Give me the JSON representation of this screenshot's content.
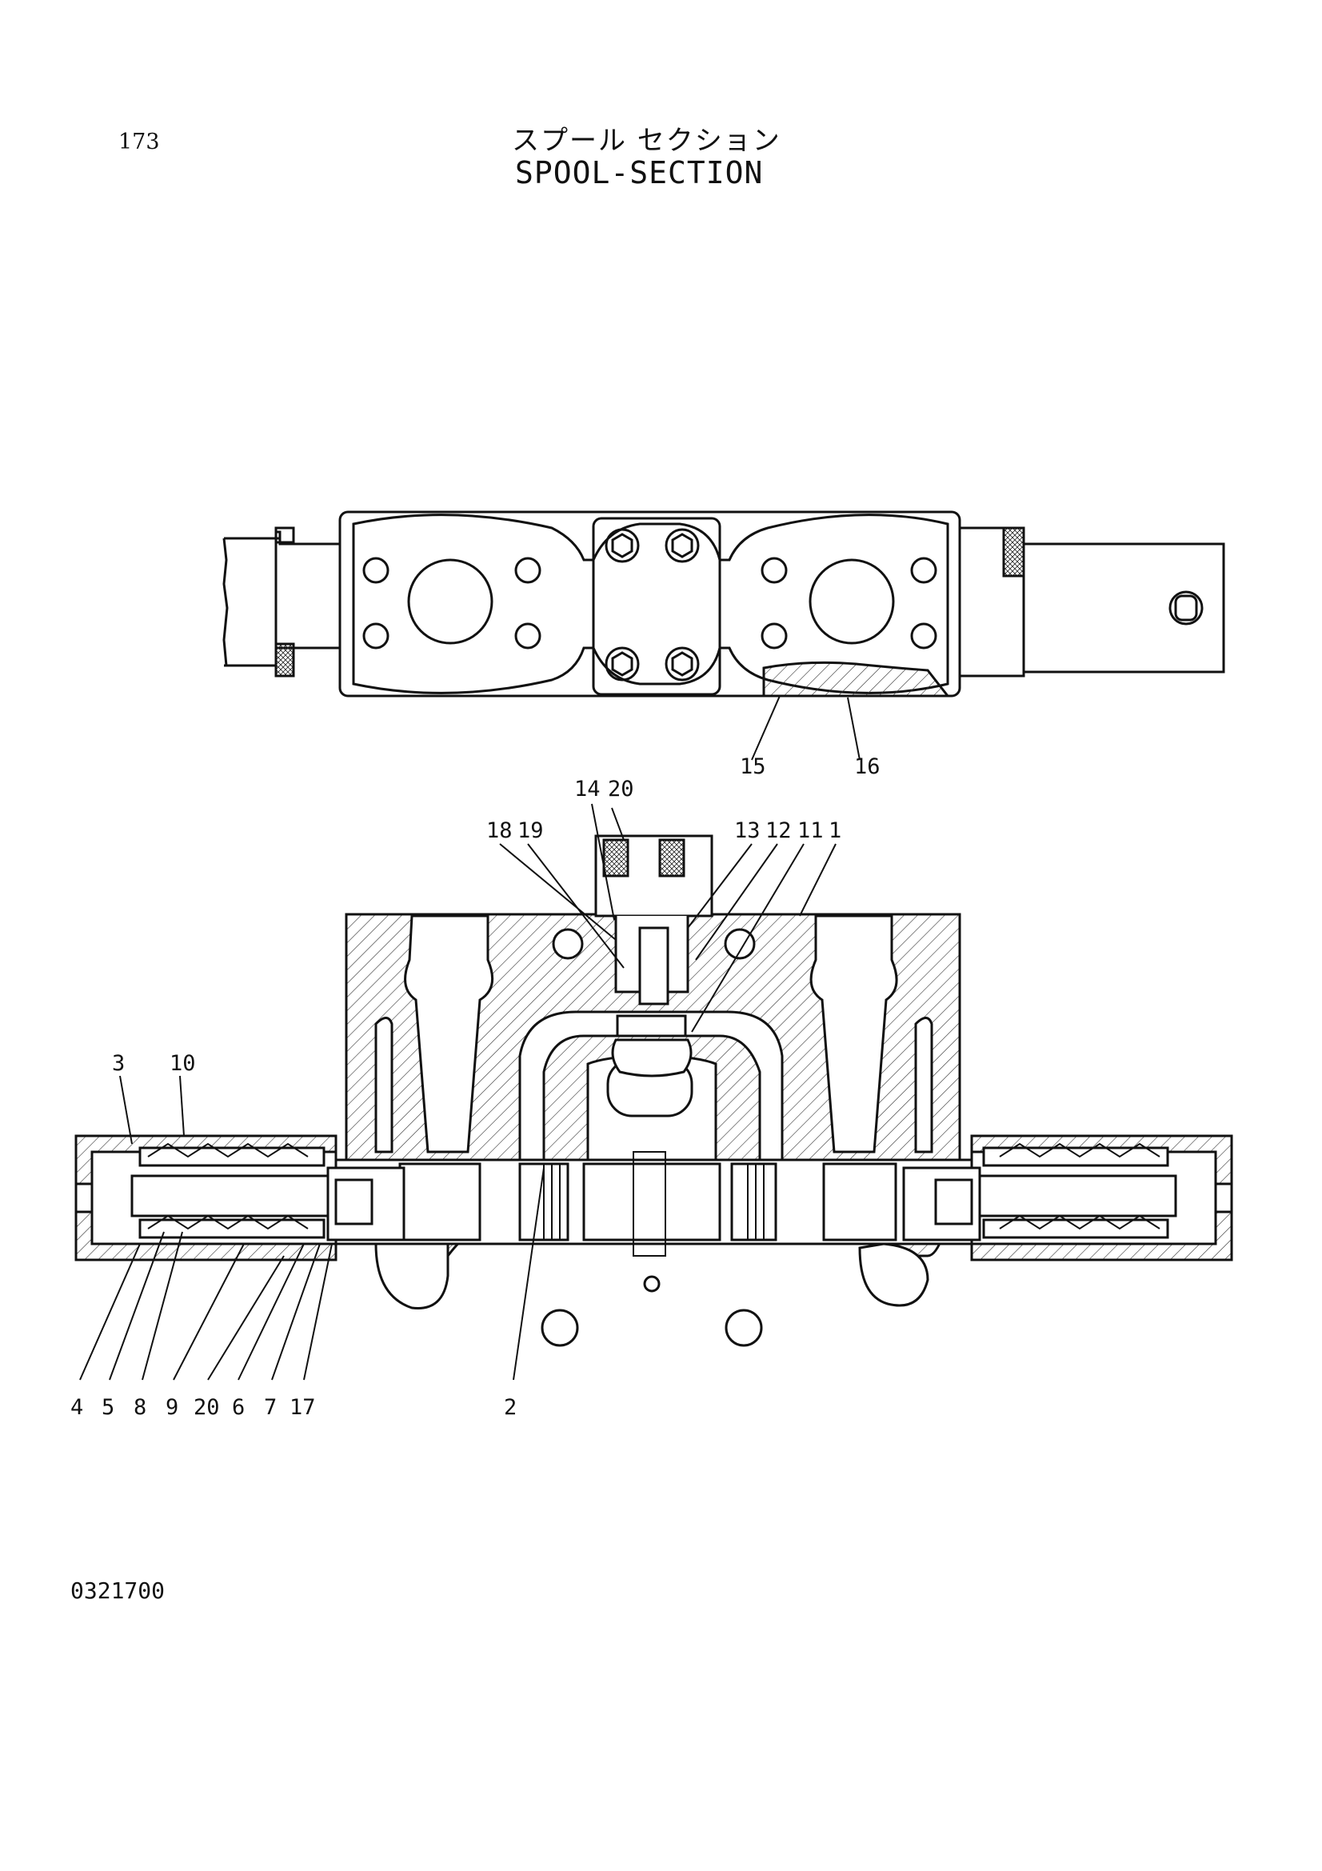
{
  "page_number": "173",
  "title_jp": "スプール セクション",
  "title_en": "SPOOL-SECTION",
  "drawing_number": "0321700",
  "callouts": [
    "15",
    "16",
    "14",
    "20",
    "18",
    "19",
    "13",
    "12",
    "11",
    "1",
    "3",
    "10",
    "4",
    "5",
    "8",
    "9",
    "20",
    "6",
    "7",
    "17",
    "2"
  ]
}
